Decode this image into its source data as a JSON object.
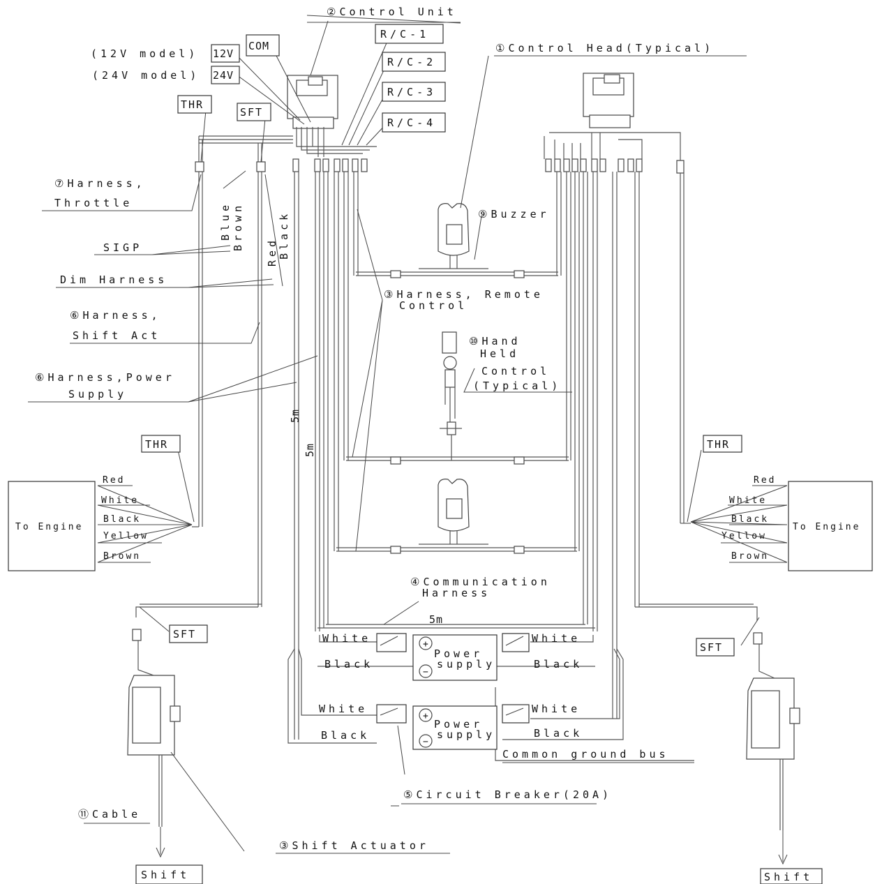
{
  "labels": {
    "control_unit": "②Control Unit",
    "control_head": "①Control Head(Typical)",
    "model_12v": "(12V model)",
    "val_12v": "12V",
    "model_24v": "(24V model)",
    "val_24v": "24V",
    "com": "COM",
    "rc1": "R/C-1",
    "rc2": "R/C-2",
    "rc3": "R/C-3",
    "rc4": "R/C-4",
    "thr": "THR",
    "sft": "SFT",
    "harness_throttle_1": "⑦Harness,",
    "harness_throttle_2": "Throttle",
    "blue": "Blue",
    "brown_v": "Brown",
    "red_v": "Red",
    "black_v": "Black",
    "sigp": "SIGP",
    "dim_harness": "Dim Harness",
    "harness_shift_1": "⑥Harness,",
    "harness_shift_2": "Shift Act",
    "harness_power_1": "⑥Harness,Power",
    "harness_power_2": "Supply",
    "buzzer": "⑨Buzzer",
    "harness_remote_1": "③Harness, Remote",
    "harness_remote_2": "Control",
    "hand_held_1": "⑩Hand",
    "hand_held_2": "Held",
    "hand_held_3": "Control",
    "hand_held_4": "(Typical)",
    "len_5m": "5m",
    "to_engine": "To Engine",
    "wire_red": "Red",
    "wire_white": "White",
    "wire_black": "Black",
    "wire_yellow": "Yellow",
    "wire_brown": "Brown",
    "comm_harness_1": "④Communication",
    "comm_harness_2": "Harness",
    "white": "White",
    "black": "Black",
    "power_1": "Power",
    "power_2": "supply",
    "plus": "+",
    "minus": "−",
    "common_ground": "Common ground bus",
    "circuit_breaker": "⑤Circuit Breaker(20A)",
    "cable": "⑪Cable",
    "shift_actuator": "③Shift Actuator",
    "shift": "Shift"
  }
}
